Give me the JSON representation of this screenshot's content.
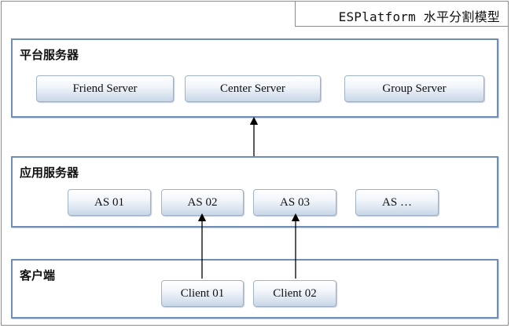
{
  "title": "ESPlatform 水平分割模型",
  "layers": {
    "platform": {
      "label": "平台服务器",
      "servers": [
        "Friend Server",
        "Center Server",
        "Group Server"
      ]
    },
    "application": {
      "label": "应用服务器",
      "servers": [
        "AS 01",
        "AS 02",
        "AS 03",
        "AS …"
      ]
    },
    "client": {
      "label": "客户端",
      "nodes": [
        "Client 01",
        "Client 02"
      ]
    }
  },
  "edges": [
    {
      "from": "application-layer",
      "to": "platform-layer"
    },
    {
      "from": "Client 01",
      "to": "AS 02"
    },
    {
      "from": "Client 02",
      "to": "AS 03"
    }
  ],
  "colors": {
    "layer_border": "#6f8db5",
    "node_gradient_top": "#ffffff",
    "node_gradient_bottom": "#c9d7e8",
    "arrow": "#000000"
  }
}
